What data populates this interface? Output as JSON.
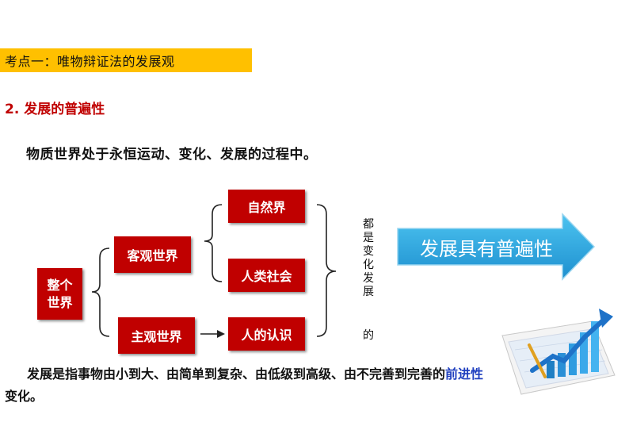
{
  "slide": {
    "title": "考点一：唯物辩证法的发展观",
    "subtitle": "2. 发展的普遍性",
    "statement": "物质世界处于永恒运动、变化、发展的过程中。"
  },
  "diagram": {
    "whole_world_line1": "整个",
    "whole_world_line2": "世界",
    "objective_world": "客观世界",
    "subjective_world": "主观世界",
    "nature": "自然界",
    "society": "人类社会",
    "cognition": "人的认识",
    "vertical_text": "都是变化发展",
    "vertical_text_tail": "的",
    "conclusion": "发展具有普遍性"
  },
  "definition": {
    "part1": "发展是指事物由小到大、由简单到复杂、由低级到高级、由不完善到完善的",
    "highlight": "前进性",
    "part2": "变化。"
  },
  "colors": {
    "title_bar": "#ffc000",
    "subtitle": "#c00000",
    "box": "#c00000",
    "arrow": "#2aa9e0",
    "highlight": "#1f3fbf"
  },
  "icons": [
    "bar-chart-growth-icon"
  ]
}
